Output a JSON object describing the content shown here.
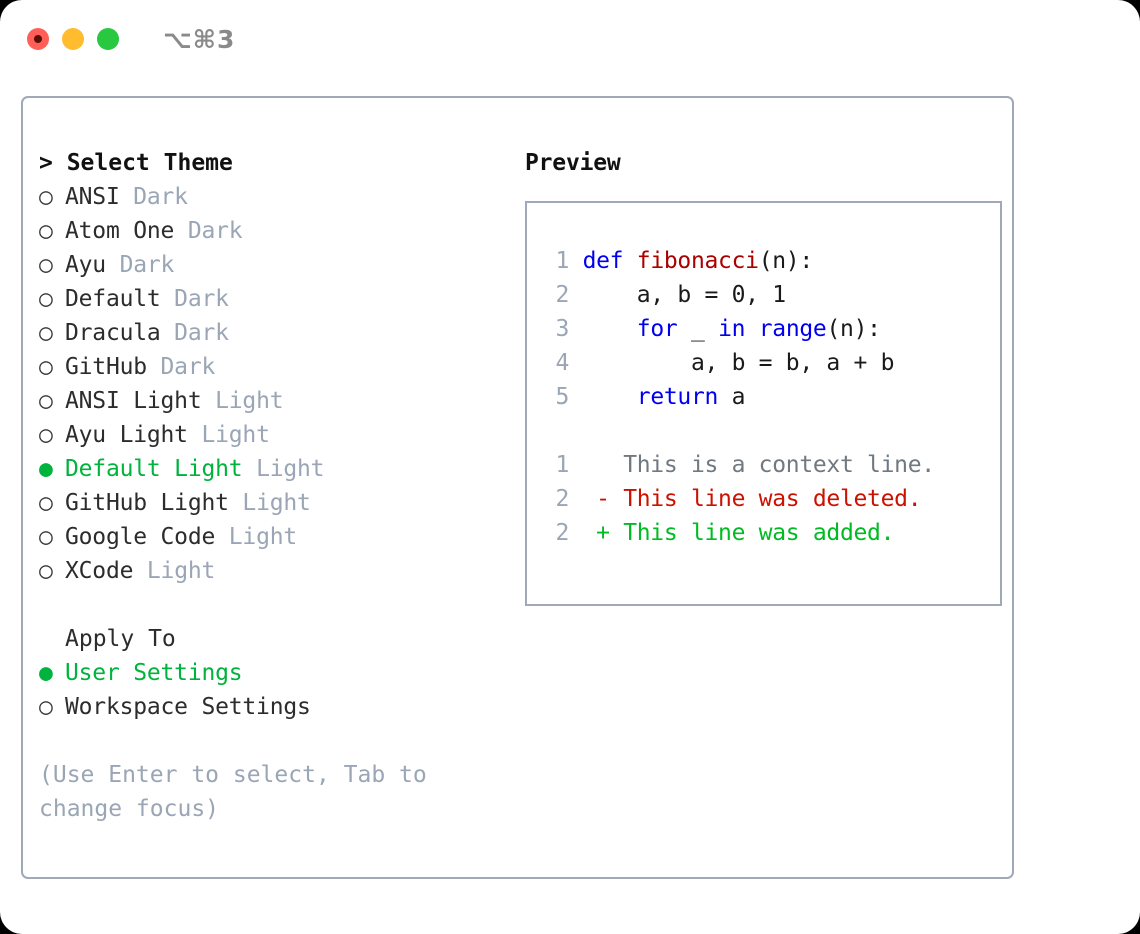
{
  "titlebar": {
    "shortcut": "⌥⌘3",
    "lights": [
      {
        "name": "close",
        "color": "#ff5f57"
      },
      {
        "name": "minimize",
        "color": "#febc2e"
      },
      {
        "name": "maximize",
        "color": "#28c840"
      }
    ]
  },
  "colors": {
    "accent_green": "#00b33c",
    "muted_gray": "#9aa5b5",
    "border": "#9fa9b8",
    "keyword_blue": "#0000ee",
    "function_red": "#aa0000",
    "diff_deleted": "#cc1100",
    "diff_added": "#00bb22"
  },
  "theme_list": {
    "header": "> Select Theme",
    "marker_selected": "●",
    "marker_unselected": "○",
    "items": [
      {
        "name": "ANSI",
        "variant": "Dark",
        "selected": false
      },
      {
        "name": "Atom One",
        "variant": "Dark",
        "selected": false
      },
      {
        "name": "Ayu",
        "variant": "Dark",
        "selected": false
      },
      {
        "name": "Default",
        "variant": "Dark",
        "selected": false
      },
      {
        "name": "Dracula",
        "variant": "Dark",
        "selected": false
      },
      {
        "name": "GitHub",
        "variant": "Dark",
        "selected": false
      },
      {
        "name": "ANSI Light",
        "variant": "Light",
        "selected": false
      },
      {
        "name": "Ayu Light",
        "variant": "Light",
        "selected": false
      },
      {
        "name": "Default Light",
        "variant": "Light",
        "selected": true
      },
      {
        "name": "GitHub Light",
        "variant": "Light",
        "selected": false
      },
      {
        "name": "Google Code",
        "variant": "Light",
        "selected": false
      },
      {
        "name": "XCode",
        "variant": "Light",
        "selected": false
      }
    ]
  },
  "apply_to": {
    "header": "Apply To",
    "items": [
      {
        "name": "User Settings",
        "selected": true
      },
      {
        "name": "Workspace Settings",
        "selected": false
      }
    ]
  },
  "hint": "(Use Enter to select, Tab to change focus)",
  "preview": {
    "title": "Preview",
    "code_lines": [
      {
        "num": "1",
        "parts": [
          {
            "text": "def ",
            "kind": "kw"
          },
          {
            "text": "fibonacci",
            "kind": "fn"
          },
          {
            "text": "(n):",
            "kind": "plain"
          }
        ]
      },
      {
        "num": "2",
        "parts": [
          {
            "text": "    a, b = 0, 1",
            "kind": "plain"
          }
        ]
      },
      {
        "num": "3",
        "parts": [
          {
            "text": "    ",
            "kind": "plain"
          },
          {
            "text": "for",
            "kind": "kw"
          },
          {
            "text": " _ ",
            "kind": "plain"
          },
          {
            "text": "in range",
            "kind": "kw"
          },
          {
            "text": "(n):",
            "kind": "plain"
          }
        ]
      },
      {
        "num": "4",
        "parts": [
          {
            "text": "        a, b = b, a + b",
            "kind": "plain"
          }
        ]
      },
      {
        "num": "5",
        "parts": [
          {
            "text": "    ",
            "kind": "plain"
          },
          {
            "text": "return",
            "kind": "kw"
          },
          {
            "text": " a",
            "kind": "plain"
          }
        ]
      }
    ],
    "diff_lines": [
      {
        "num": "1",
        "sign": " ",
        "text": " This is a context line.",
        "kind": "ctx"
      },
      {
        "num": "2",
        "sign": "-",
        "text": " This line was deleted.",
        "kind": "del"
      },
      {
        "num": "2",
        "sign": "+",
        "text": " This line was added.",
        "kind": "add"
      }
    ]
  }
}
